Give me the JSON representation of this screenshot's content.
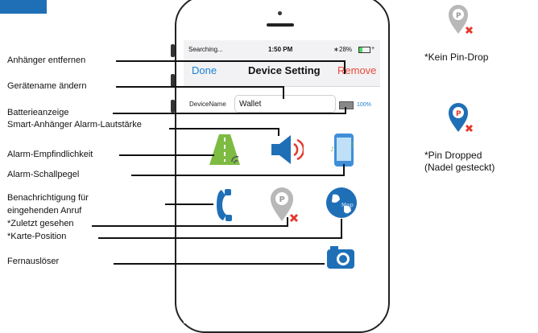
{
  "status_bar": {
    "carrier": "Searching...",
    "time": "1:50 PM",
    "battery": "28%"
  },
  "nav": {
    "done": "Done",
    "title": "Device Setting",
    "remove": "Remove"
  },
  "device": {
    "label": "DeviceName",
    "value": "Wallet",
    "battery_pct": "100%"
  },
  "callouts": {
    "remove_tag": "Anhänger entfernen",
    "rename": "Gerätename ändern",
    "battery": "Batterieanzeige",
    "alarm_volume": "Smart-Anhänger Alarm-Lautstärke",
    "sensitivity": "Alarm-Empfindlichkeit",
    "alarm_level": "Alarm-Schallpegel",
    "incoming_call_1": "Benachrichtigung für",
    "incoming_call_2": "eingehenden Anruf",
    "last_seen": "*Zuletzt gesehen",
    "map_position": "*Karte-Position",
    "remote_shutter": "Fernauslöser"
  },
  "side_notes": {
    "no_pin": "*Kein Pin-Drop",
    "pin_dropped_1": "*Pin Dropped",
    "pin_dropped_2": "(Nadel gesteckt)"
  },
  "map_icon_text": "Map",
  "colors": {
    "accent": "#1f6fb7",
    "remove": "#e8483b",
    "pin_red": "#e23a2e",
    "green": "#7dbb42"
  }
}
